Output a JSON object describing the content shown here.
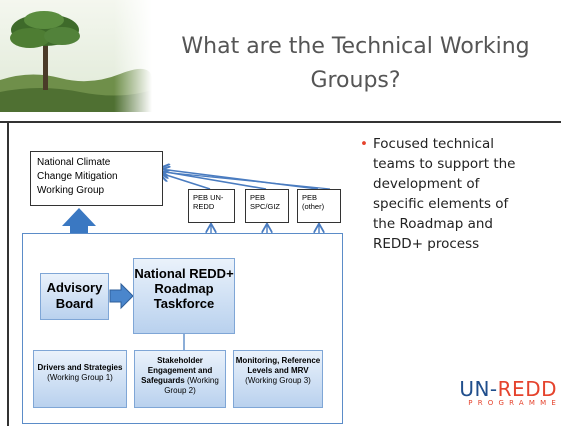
{
  "slide": {
    "title_line1": "What are the Technical Working",
    "title_line2": "Groups?"
  },
  "diagram": {
    "ncc_lines": [
      "National Climate",
      "Change Mitigation",
      "Working Group"
    ],
    "peb1_lines": [
      "PEB UN-",
      "REDD"
    ],
    "peb2_lines": [
      "PEB",
      "SPC/GIZ"
    ],
    "peb3_lines": [
      "PEB",
      "(other)"
    ],
    "advisory_lines": [
      "Advisory",
      "Board"
    ],
    "taskforce_lines": [
      "National",
      "REDD+",
      "Roadmap",
      "Taskforce"
    ],
    "wg1": {
      "title": "Drivers and Strategies",
      "sub": "(Working Group 1)"
    },
    "wg2": {
      "title_lines": [
        "Stakeholder",
        "Engagement and",
        "Safeguards"
      ],
      "sub": "(Working Group 2)"
    },
    "wg3": {
      "title_lines": [
        "Monitoring,",
        "Reference Levels",
        "and MRV"
      ],
      "sub": "(Working Group 3)"
    }
  },
  "bullets": [
    "Focused technical teams to support the development of specific elements of the Roadmap and REDD+ process"
  ],
  "bullet_lines": [
    "Focused technical",
    "teams to support the",
    "development of",
    "specific elements of",
    "the Roadmap and",
    "REDD+ process"
  ],
  "logo": {
    "part1": "UN-",
    "part2": "REDD",
    "sub": "PROGRAMME"
  },
  "colors": {
    "accent_red": "#e5432d",
    "brand_blue": "#1f4e8c",
    "diagram_blue": "#5b8cc8"
  }
}
